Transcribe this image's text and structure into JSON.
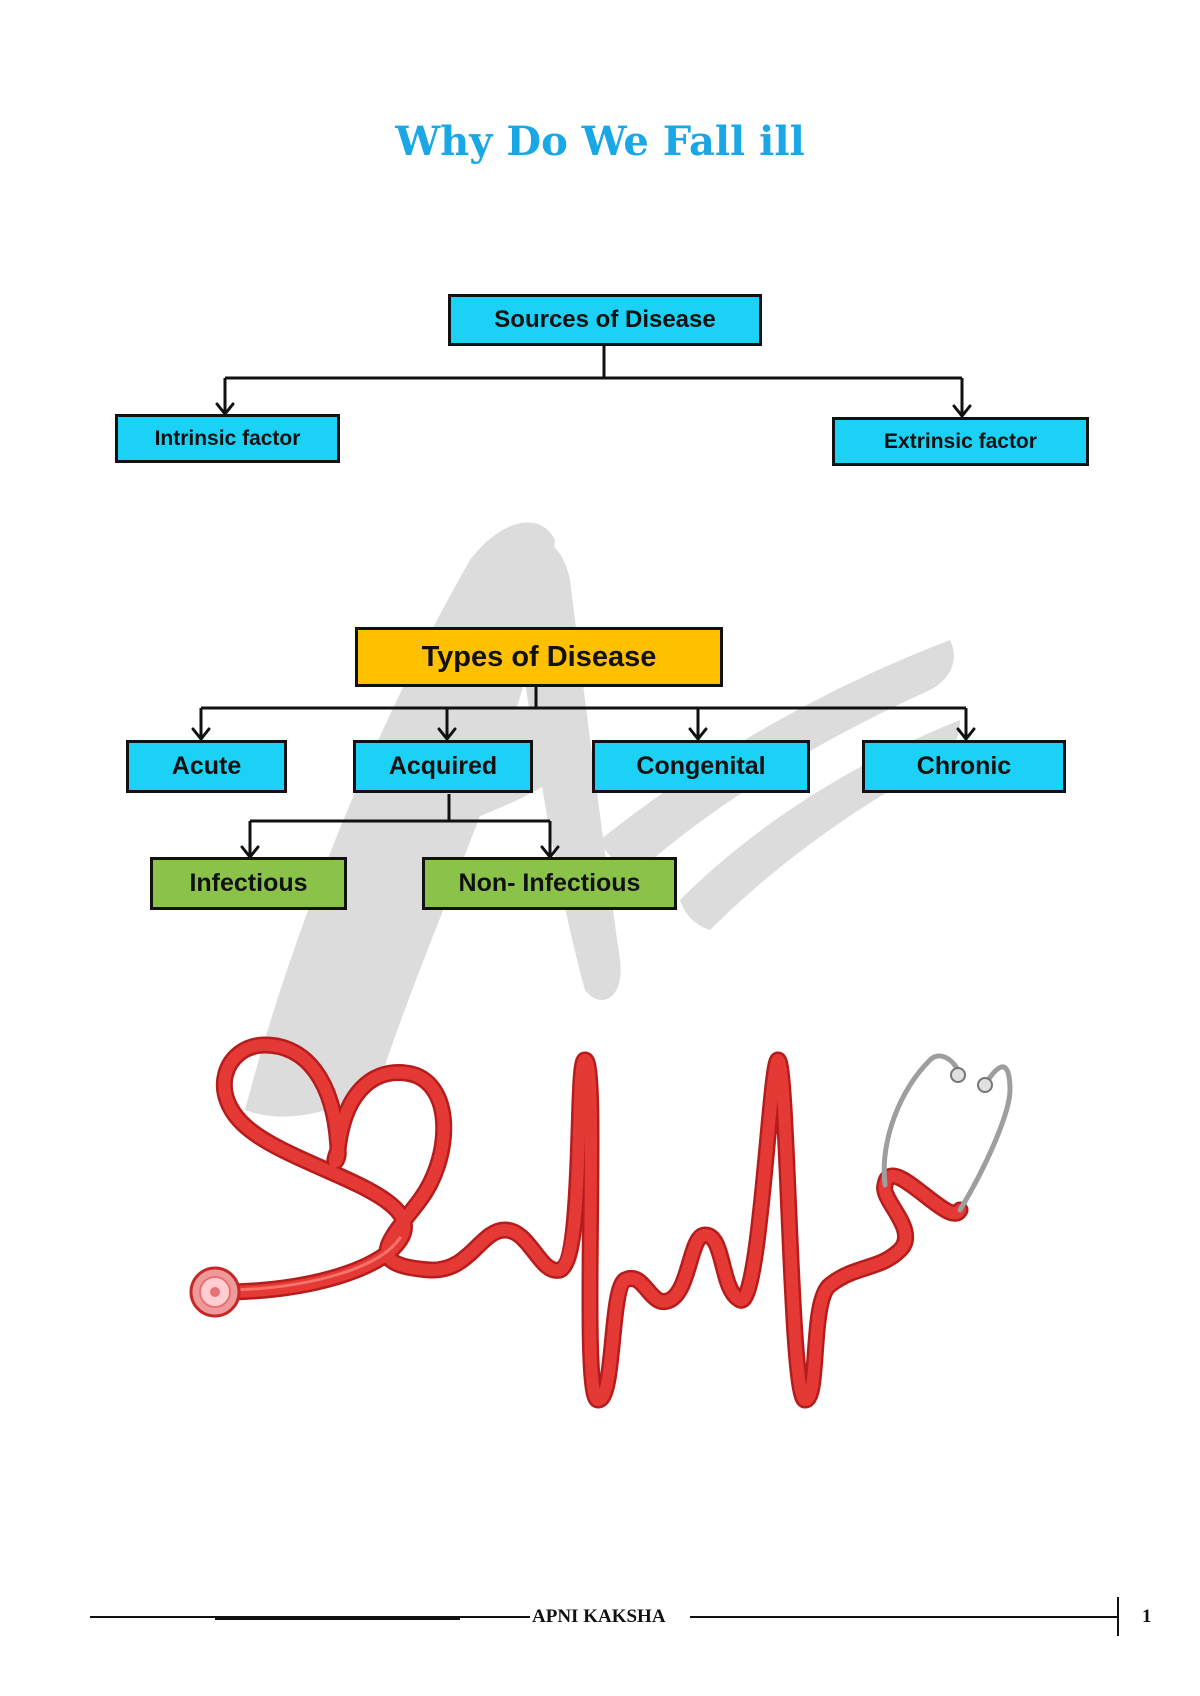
{
  "title": "Why Do We Fall ill",
  "sources": {
    "root": "Sources of Disease",
    "intrinsic": "Intrinsic factor",
    "extrinsic": "Extrinsic factor"
  },
  "types": {
    "root": "Types of Disease",
    "acute": "Acute",
    "acquired": "Acquired",
    "congenital": "Congenital",
    "chronic": "Chronic",
    "infectious": "Infectious",
    "non_infectious": "Non- Infectious"
  },
  "footer": {
    "label": "APNI KAKSHA",
    "page_number": "1"
  },
  "colors": {
    "title": "#1aa7e6",
    "cyan_box": "#1bd1f5",
    "gold_box": "#ffc000",
    "green_box": "#8bc34a",
    "stethoscope": "#e53935",
    "watermark": "#d9d9d9"
  },
  "icons": {
    "watermark": "apni-kaksha-a-logo-watermark",
    "illustration": "heart-stethoscope-heartbeat-icon"
  }
}
